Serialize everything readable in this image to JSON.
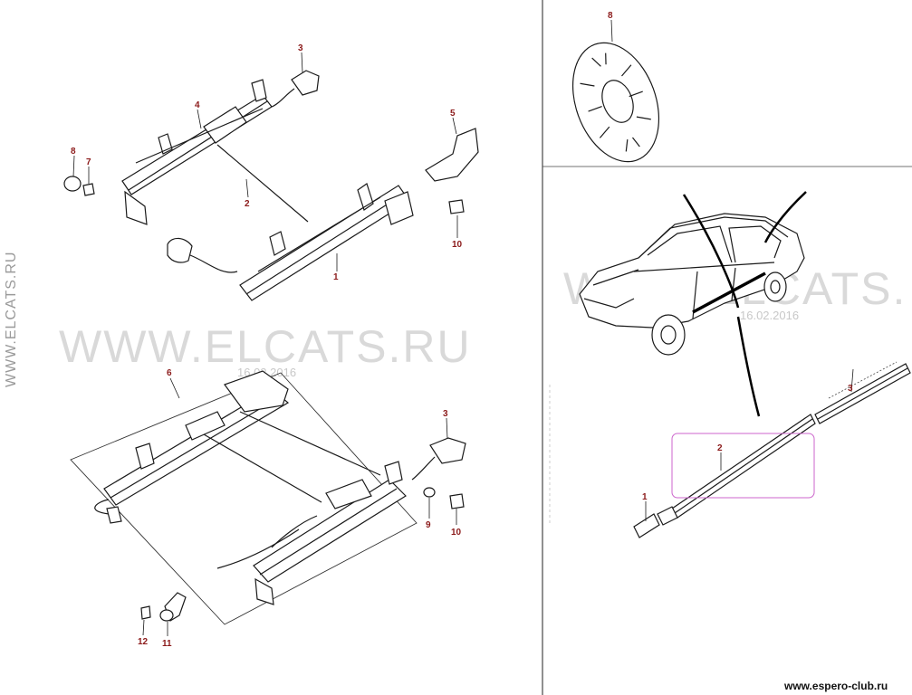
{
  "watermarks": {
    "main_left": "WWW.ELCATS.RU",
    "main_right": "WWW.ELCATS.",
    "side": "WWW.ELCATS.RU",
    "date_left": "16.02.2016",
    "date_right": "16.02.2016"
  },
  "footer": {
    "site": "www.espero-club.ru"
  },
  "callouts": {
    "left_top": [
      "1",
      "2",
      "3",
      "4",
      "5",
      "7",
      "8",
      "10"
    ],
    "left_bottom": [
      "3",
      "6",
      "9",
      "10",
      "11",
      "12"
    ],
    "right_top": [
      "8"
    ],
    "right_bottom": [
      "1",
      "2",
      "3"
    ]
  },
  "colors": {
    "callout": "#8b1a1a",
    "highlight": "#cc66cc",
    "watermark": "#d9d9d9"
  }
}
